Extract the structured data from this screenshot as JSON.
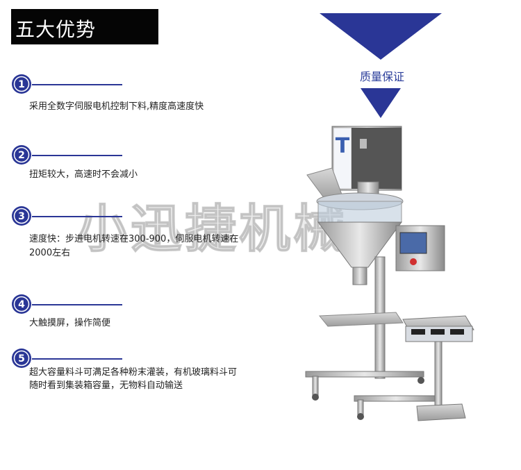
{
  "header": {
    "title": "五大优势"
  },
  "badge": {
    "label": "质量保证"
  },
  "colors": {
    "accent": "#2a3696",
    "header_bg": "#050505"
  },
  "watermark": {
    "text": "小迅捷机械"
  },
  "items": [
    {
      "number": "1",
      "text": "采用全数字伺服电机控制下料,精度高速度快"
    },
    {
      "number": "2",
      "text": "扭矩较大，高速时不会减小"
    },
    {
      "number": "3",
      "text_line1": "速度快：步进电机转速在300-900，伺服电机转速在",
      "text_line2": "2000左右"
    },
    {
      "number": "4",
      "text": "大触摸屏，操作简便"
    },
    {
      "number": "5",
      "text_line1": "超大容量料斗可满足各种粉末灌装，有机玻璃料斗可",
      "text_line2": "随时看到集装箱容量，无物料自动输送"
    }
  ]
}
